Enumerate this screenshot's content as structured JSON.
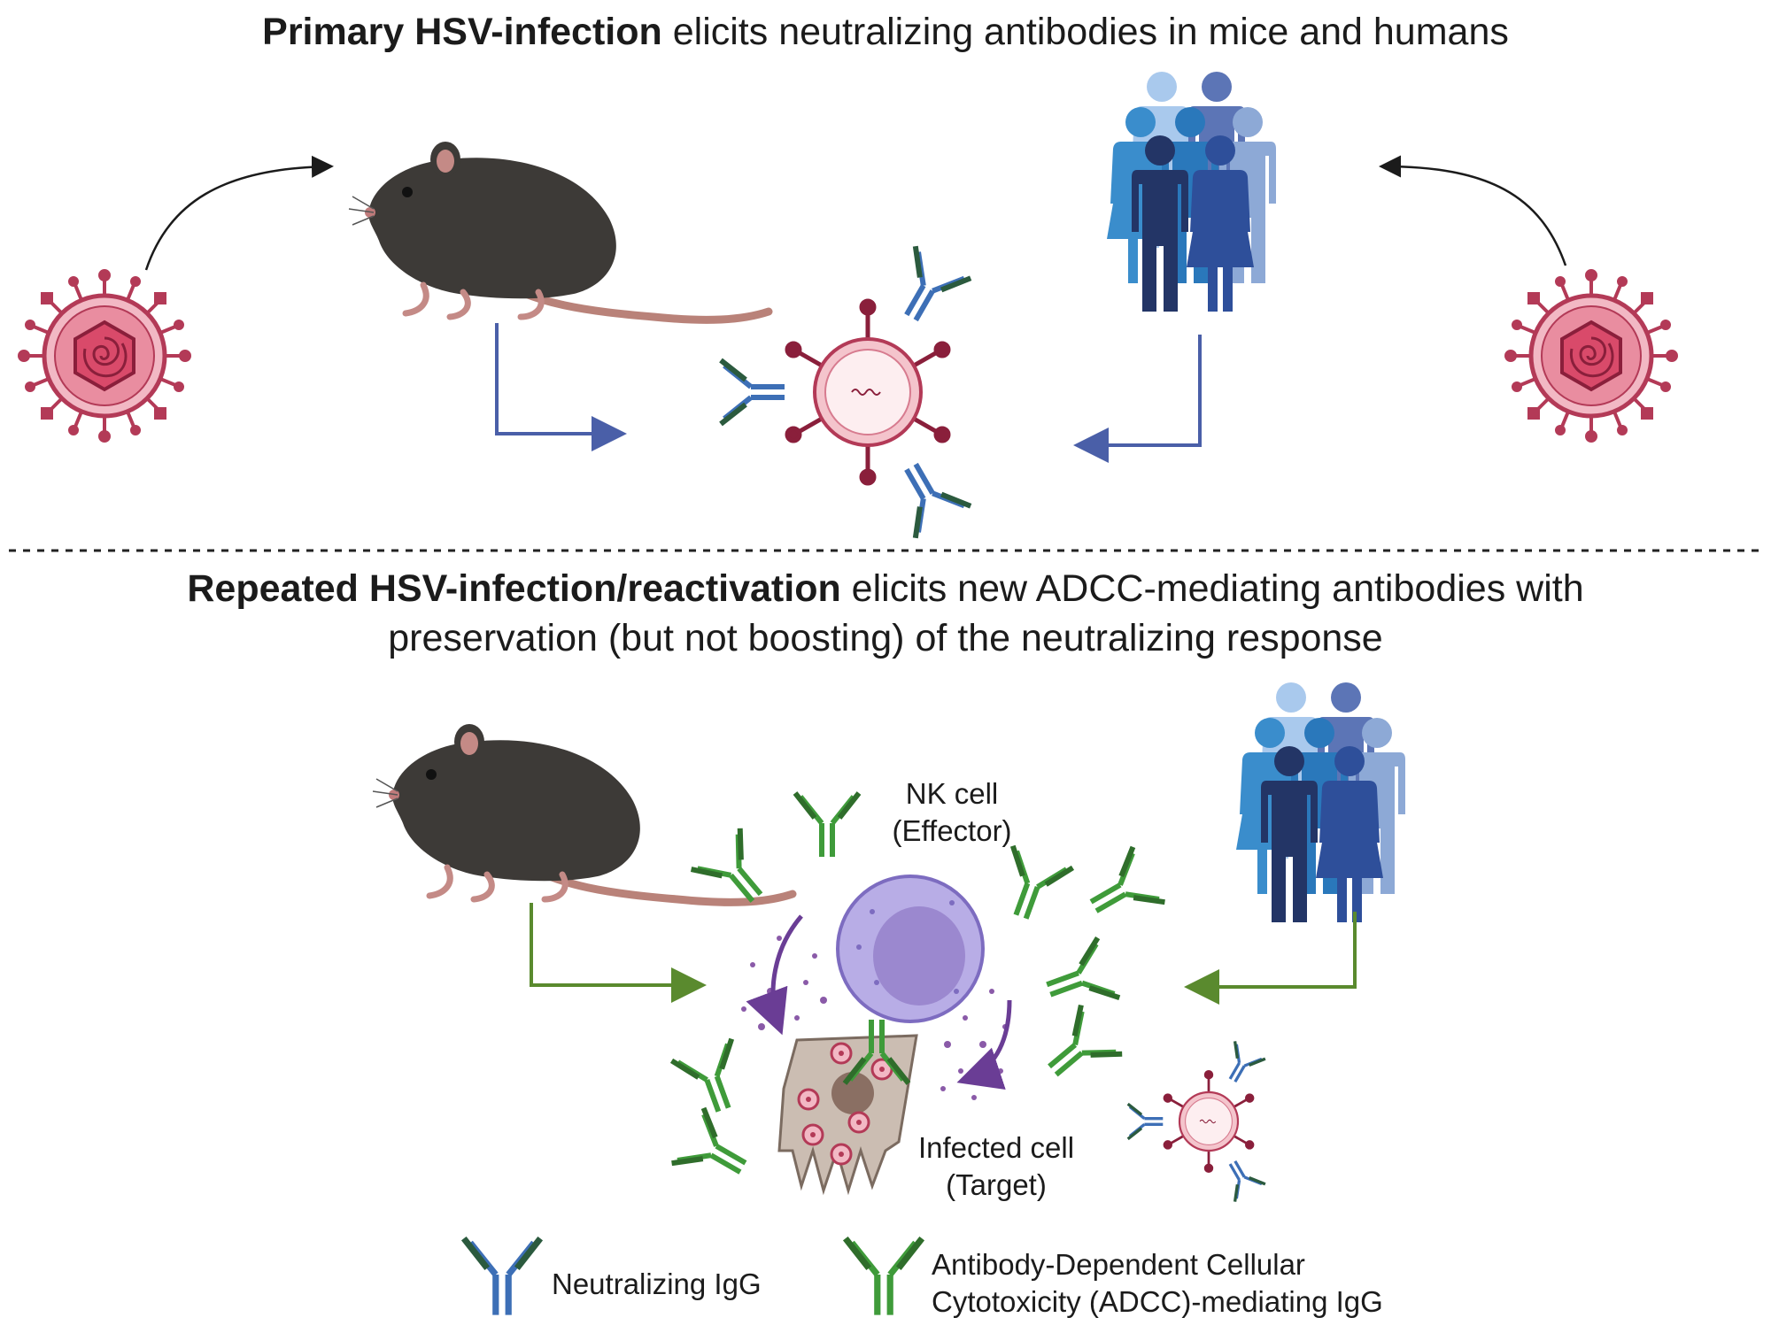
{
  "header_primary": {
    "bold": "Primary HSV-infection",
    "rest": " elicits neutralizing antibodies in mice and humans"
  },
  "header_repeated": {
    "line1_bold": "Repeated HSV-infection/reactivation",
    "line1_rest": " elicits new ADCC-mediating antibodies with",
    "line2": "preservation (but not boosting) of the neutralizing response"
  },
  "labels": {
    "nk_line1": "NK cell",
    "nk_line2": "(Effector)",
    "target_line1": "Infected cell",
    "target_line2": "(Target)"
  },
  "legend": {
    "neutralizing": "Neutralizing IgG",
    "adcc_line1": "Antibody-Dependent Cellular",
    "adcc_line2": "Cytotoxicity (ADCC)-mediating IgG"
  },
  "colors": {
    "neutralizing_blue": "#3d6fb6",
    "adcc_green": "#3f9b3a",
    "virus_red": "#b33a57",
    "arrow_blue": "#4a5fa8",
    "arrow_green": "#5a8a2e",
    "mouse": "#3d3a37",
    "nk_purple": "#a79ad9"
  },
  "icons": [
    "virus-icon",
    "mouse-icon",
    "human-crowd-icon",
    "antibody-icon",
    "nk-cell-icon",
    "infected-cell-icon"
  ]
}
